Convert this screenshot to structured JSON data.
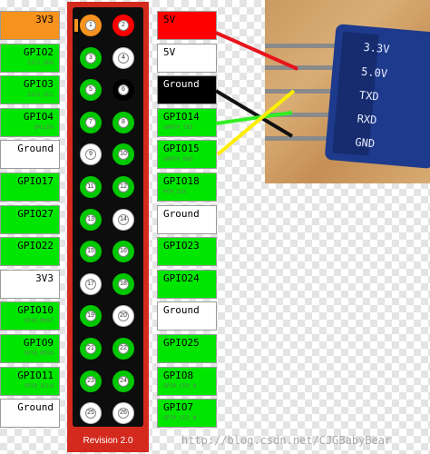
{
  "left_labels": [
    {
      "name": "3V3",
      "alt": "",
      "color": "#f7931d",
      "text_color": "black"
    },
    {
      "name": "GPIO2",
      "alt": "I2C1_SDA",
      "color": "#00e600",
      "text_color": "black"
    },
    {
      "name": "GPIO3",
      "alt": "I2C1_SCL",
      "color": "#00e600",
      "text_color": "black"
    },
    {
      "name": "GPIO4",
      "alt": "GPCLK0",
      "color": "#00e600",
      "text_color": "black"
    },
    {
      "name": "Ground",
      "alt": "",
      "color": "#ffffff",
      "text_color": "black"
    },
    {
      "name": "GPIO17",
      "alt": "",
      "color": "#00e600",
      "text_color": "black"
    },
    {
      "name": "GPIO27",
      "alt": "",
      "color": "#00e600",
      "text_color": "black"
    },
    {
      "name": "GPIO22",
      "alt": "",
      "color": "#00e600",
      "text_color": "black"
    },
    {
      "name": "3V3",
      "alt": "",
      "color": "#ffffff",
      "text_color": "black"
    },
    {
      "name": "GPIO10",
      "alt": "SPI0_MOSI",
      "color": "#00e600",
      "text_color": "black"
    },
    {
      "name": "GPIO9",
      "alt": "SPI0_MISO",
      "color": "#00e600",
      "text_color": "black"
    },
    {
      "name": "GPIO11",
      "alt": "SPI0_SCLK",
      "color": "#00e600",
      "text_color": "black"
    },
    {
      "name": "Ground",
      "alt": "",
      "color": "#ffffff",
      "text_color": "black"
    }
  ],
  "right_labels": [
    {
      "name": "5V",
      "alt": "",
      "color": "#ff0000",
      "text_color": "black"
    },
    {
      "name": "5V",
      "alt": "",
      "color": "#ffffff",
      "text_color": "black"
    },
    {
      "name": "Ground",
      "alt": "",
      "color": "#000000",
      "text_color": "white"
    },
    {
      "name": "GPIO14",
      "alt": "UART0_TXD",
      "color": "#00e600",
      "text_color": "black"
    },
    {
      "name": "GPIO15",
      "alt": "UART0_RXD",
      "color": "#00e600",
      "text_color": "black"
    },
    {
      "name": "GPIO18",
      "alt": "PCM_CLK",
      "color": "#00e600",
      "text_color": "black"
    },
    {
      "name": "Ground",
      "alt": "",
      "color": "#ffffff",
      "text_color": "black"
    },
    {
      "name": "GPIO23",
      "alt": "",
      "color": "#00e600",
      "text_color": "black"
    },
    {
      "name": "GPIO24",
      "alt": "",
      "color": "#00e600",
      "text_color": "black"
    },
    {
      "name": "Ground",
      "alt": "",
      "color": "#ffffff",
      "text_color": "black"
    },
    {
      "name": "GPIO25",
      "alt": "",
      "color": "#00e600",
      "text_color": "black"
    },
    {
      "name": "GPIO8",
      "alt": "SPI0_CE0_N",
      "color": "#00e600",
      "text_color": "black"
    },
    {
      "name": "GPIO7",
      "alt": "SPI0_CE1_N",
      "color": "#00e600",
      "text_color": "black"
    }
  ],
  "pins_left": [
    {
      "num": "1",
      "color": "#f7931d"
    },
    {
      "num": "3",
      "color": "#00c800"
    },
    {
      "num": "5",
      "color": "#00c800"
    },
    {
      "num": "7",
      "color": "#00c800"
    },
    {
      "num": "9",
      "color": "#ffffff"
    },
    {
      "num": "11",
      "color": "#00c800"
    },
    {
      "num": "13",
      "color": "#00c800"
    },
    {
      "num": "15",
      "color": "#00c800"
    },
    {
      "num": "17",
      "color": "#ffffff"
    },
    {
      "num": "19",
      "color": "#00c800"
    },
    {
      "num": "21",
      "color": "#00c800"
    },
    {
      "num": "23",
      "color": "#00c800"
    },
    {
      "num": "25",
      "color": "#ffffff"
    }
  ],
  "pins_right": [
    {
      "num": "2",
      "color": "#ff0000"
    },
    {
      "num": "4",
      "color": "#ffffff"
    },
    {
      "num": "6",
      "color": "#000000"
    },
    {
      "num": "8",
      "color": "#00c800"
    },
    {
      "num": "10",
      "color": "#00c800"
    },
    {
      "num": "12",
      "color": "#00c800"
    },
    {
      "num": "14",
      "color": "#ffffff"
    },
    {
      "num": "16",
      "color": "#00c800"
    },
    {
      "num": "18",
      "color": "#00c800"
    },
    {
      "num": "20",
      "color": "#ffffff"
    },
    {
      "num": "22",
      "color": "#00c800"
    },
    {
      "num": "24",
      "color": "#00c800"
    },
    {
      "num": "26",
      "color": "#ffffff"
    }
  ],
  "board": {
    "revision": "Revision 2.0",
    "color": "#d42a1e"
  },
  "module_pins": [
    "3.3V",
    "5.0V",
    "TXD",
    "RXD",
    "GND"
  ],
  "wires": [
    {
      "from": "5V",
      "to": "5.0V",
      "color": "#e8141c"
    },
    {
      "from": "Ground",
      "to": "GND",
      "color": "#111111"
    },
    {
      "from": "GPIO14",
      "to": "RXD",
      "color": "#33ee22"
    },
    {
      "from": "GPIO15",
      "to": "TXD",
      "color": "#ffee00"
    }
  ],
  "watermark": "http://blog.csdn.net/CJGBabyBear"
}
